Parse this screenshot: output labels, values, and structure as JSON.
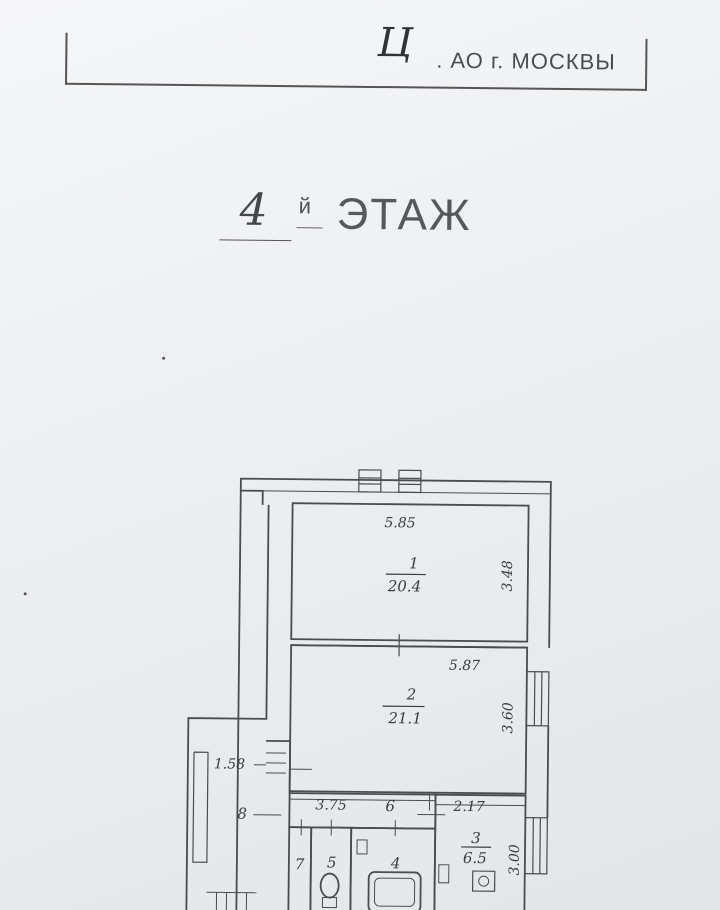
{
  "header": {
    "handwritten_letter": "Ц",
    "printed_text": ". АО г. МОСКВЫ"
  },
  "floor": {
    "number": "4",
    "suffix": "й",
    "title": "ЭТАЖ"
  },
  "plan": {
    "rooms": [
      {
        "number": "1",
        "area": "20.4",
        "width": "5.85",
        "depth": "3.48"
      },
      {
        "number": "2",
        "area": "21.1",
        "width": "5.87",
        "depth": "3.60"
      },
      {
        "number": "3",
        "area": "6.5",
        "width": "2.17",
        "depth": "3.00"
      },
      {
        "number": "4"
      },
      {
        "number": "5"
      },
      {
        "number": "6",
        "width": "3.75"
      },
      {
        "number": "7"
      },
      {
        "number": "8",
        "width": "1.58"
      }
    ]
  },
  "colors": {
    "paper": "#eceef1",
    "ink": "#3a3c40",
    "background": "#6b6e73"
  }
}
